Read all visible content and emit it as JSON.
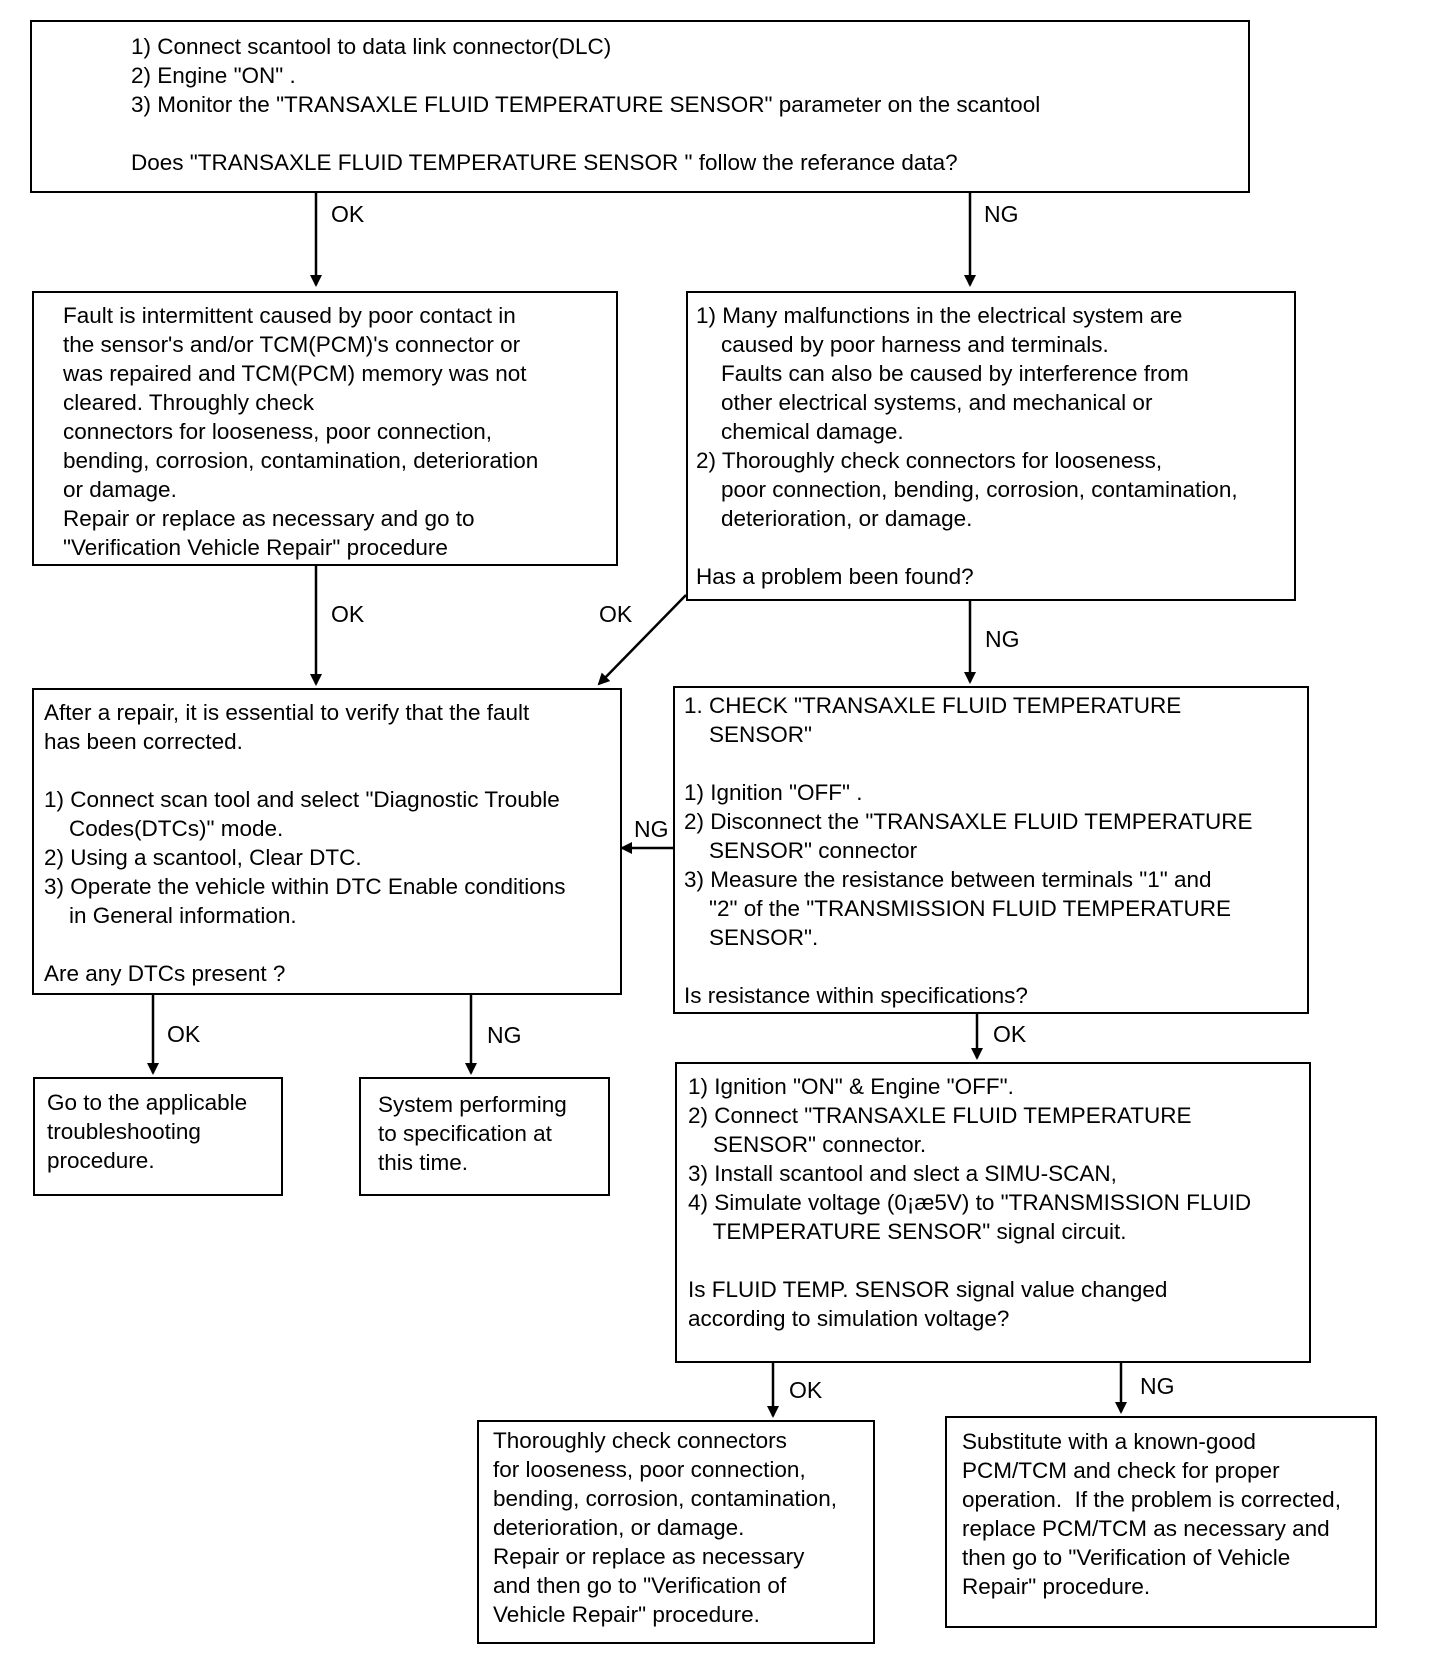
{
  "boxes": {
    "start": {
      "lines": [
        "1) Connect scantool to data link connector(DLC)",
        "2) Engine \"ON\" .",
        "3) Monitor the \"TRANSAXLE FLUID TEMPERATURE SENSOR\" parameter on the scantool",
        "",
        "Does \"TRANSAXLE FLUID TEMPERATURE SENSOR \" follow the referance data?"
      ]
    },
    "intermittent": {
      "lines": [
        "Fault is intermittent caused by poor contact in",
        "the sensor's and/or TCM(PCM)'s connector or",
        "was repaired and TCM(PCM) memory was not",
        "cleared. Throughly check",
        "connectors for looseness, poor connection,",
        "bending, corrosion, contamination, deterioration",
        "or damage.",
        "Repair or replace as necessary and go to",
        "\"Verification Vehicle Repair\" procedure"
      ]
    },
    "electrical": {
      "lines": [
        "1) Many malfunctions in the electrical system are",
        "    caused by poor harness and terminals.",
        "    Faults can also be caused by interference from",
        "    other electrical systems, and mechanical or",
        "    chemical damage.",
        "2) Thoroughly check connectors for looseness,",
        "    poor connection, bending, corrosion, contamination,",
        "    deterioration, or damage.",
        "",
        "Has a problem been found?"
      ]
    },
    "verify": {
      "lines": [
        "After a repair, it is essential to verify that the fault",
        "has been corrected.",
        "",
        "1) Connect scan tool and select \"Diagnostic Trouble",
        "    Codes(DTCs)\" mode.",
        "2) Using a scantool, Clear DTC.",
        "3) Operate the vehicle within DTC Enable conditions",
        "    in General information.",
        "",
        "Are any DTCs present ?"
      ]
    },
    "check_sensor": {
      "lines": [
        "1. CHECK \"TRANSAXLE FLUID TEMPERATURE",
        "    SENSOR\"",
        "",
        "1) Ignition \"OFF\" .",
        "2) Disconnect the \"TRANSAXLE FLUID TEMPERATURE",
        "    SENSOR\" connector",
        "3) Measure the resistance between terminals \"1\" and",
        "    \"2\" of the \"TRANSMISSION FLUID TEMPERATURE",
        "    SENSOR\".",
        "",
        "Is resistance within specifications?"
      ]
    },
    "troubleshoot": {
      "lines": [
        "Go to the applicable",
        "troubleshooting",
        "procedure."
      ]
    },
    "system_ok": {
      "lines": [
        "System performing",
        "to specification at",
        "this time."
      ]
    },
    "simulate": {
      "lines": [
        "1) Ignition \"ON\" & Engine \"OFF\".",
        "2) Connect \"TRANSAXLE FLUID TEMPERATURE",
        "    SENSOR\" connector.",
        "3) Install scantool and slect a SIMU-SCAN,",
        "4) Simulate voltage (0¡æ5V) to \"TRANSMISSION FLUID",
        "    TEMPERATURE SENSOR\" signal circuit.",
        "",
        "Is FLUID TEMP. SENSOR signal value changed",
        "according to simulation voltage?"
      ]
    },
    "connectors": {
      "lines": [
        "Thoroughly check connectors",
        "for looseness, poor connection,",
        "bending, corrosion, contamination,",
        "deterioration, or damage.",
        "Repair or replace as necessary",
        "and then go to \"Verification of",
        "Vehicle Repair\" procedure."
      ]
    },
    "substitute": {
      "lines": [
        "Substitute with a known-good",
        "PCM/TCM and check for proper",
        "operation.  If the problem is corrected,",
        "replace PCM/TCM as necessary and",
        "then go to \"Verification of Vehicle",
        "Repair\" procedure."
      ]
    }
  },
  "labels": {
    "start_ok": "OK",
    "start_ng": "NG",
    "intermittent_ok": "OK",
    "electrical_ok": "OK",
    "electrical_ng": "NG",
    "check_ng": "NG",
    "check_ok": "OK",
    "verify_ok": "OK",
    "verify_ng": "NG",
    "simulate_ok": "OK",
    "simulate_ng": "NG"
  }
}
